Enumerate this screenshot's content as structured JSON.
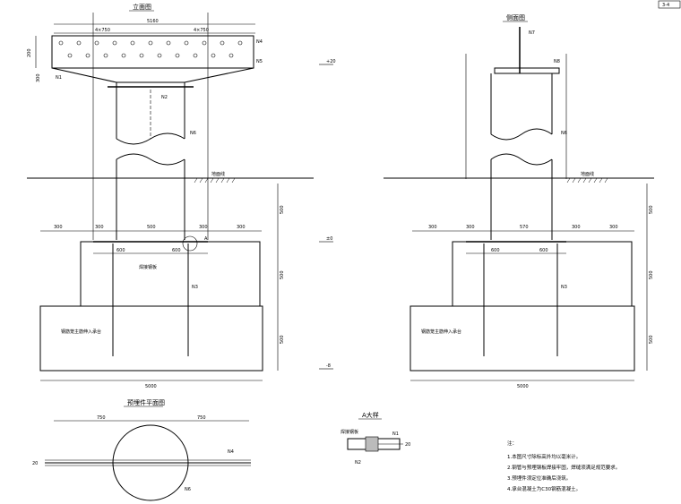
{
  "views": {
    "front": {
      "title": "立面图",
      "top_width": "5160",
      "top_left_seg": "4×750",
      "top_right_seg": "4×750",
      "left_dim_1": "200",
      "left_dim_2": "300",
      "ground_label": "地面线",
      "footing_dims": [
        "300",
        "300",
        "500",
        "300",
        "300"
      ],
      "inner_dims": [
        "600",
        "600"
      ],
      "right_dims": [
        "500",
        "500",
        "500"
      ],
      "bottom_width": "5000",
      "rebar_note": "钢筋笼主筋伸入承台",
      "weld_note": "焊接钢板"
    },
    "side": {
      "title": "侧面图",
      "ground_label": "地面线",
      "footing_dims": [
        "300",
        "300",
        "570",
        "300",
        "300"
      ],
      "inner_dims": [
        "600",
        "600"
      ],
      "right_dims": [
        "500",
        "500",
        "500"
      ],
      "bottom_width": "5000",
      "rebar_note": "钢筋笼主筋伸入承台"
    },
    "elev": {
      "top": "+20",
      "mid": "±0",
      "low": "-8"
    },
    "plan": {
      "title": "预埋件平面图",
      "left_dim": "750",
      "right_dim": "750",
      "left_label": "20"
    },
    "detail": {
      "title": "A大样",
      "label_1": "焊接钢板",
      "label_2": "20"
    },
    "labels": {
      "n1": "N1",
      "n2": "N2",
      "n3": "N3",
      "n4": "N4",
      "n5": "N5",
      "n6": "N6",
      "n7": "N7",
      "n8": "N8",
      "a": "A"
    },
    "corner_label": "3-4"
  },
  "notes": {
    "heading": "注：",
    "items": [
      "1.本图尺寸除标高外均以毫米计。",
      "2.钢管与预埋钢板焊接牢固，焊缝须满足规范要求。",
      "3.预埋件须定位准确后浇筑。",
      "4.承台混凝土为C30钢筋混凝土。"
    ]
  }
}
